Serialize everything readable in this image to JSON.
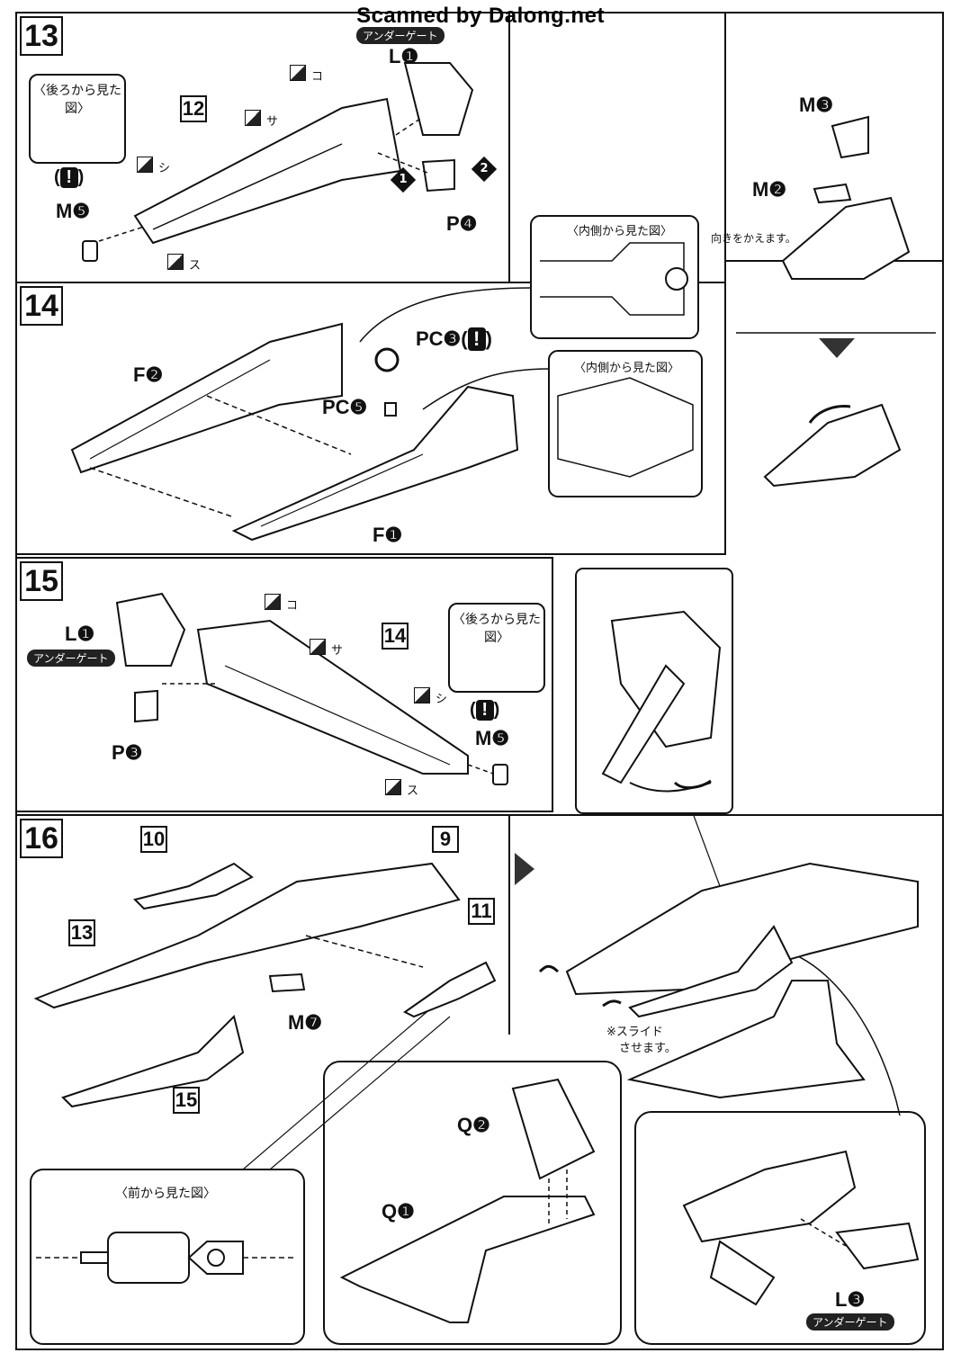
{
  "watermark": "Scanned by Dalong.net",
  "steps": {
    "s13": {
      "number": "13",
      "sub_ref": "12",
      "gate": "アンダーゲート",
      "view_label": "〈後ろから見た図〉",
      "L": "L❶",
      "M": "M❺",
      "P": "P❹",
      "decals": [
        "コ",
        "サ",
        "シ",
        "ス"
      ],
      "n1": "1",
      "n2": "2"
    },
    "s14": {
      "number": "14",
      "F2": "F❷",
      "F1": "F❶",
      "PCC": "PC❸(",
      "PCE": "PC❺",
      "view1": "〈内側から見た図〉",
      "view2": "〈内側から見た図〉"
    },
    "s15": {
      "number": "15",
      "sub_ref": "14",
      "gate": "アンダーゲート",
      "view_label": "〈後ろから見た図〉",
      "L": "L❶",
      "M": "M❺",
      "P": "P❸",
      "decals": [
        "コ",
        "サ",
        "シ",
        "ス"
      ]
    },
    "s16": {
      "number": "16",
      "refs": [
        "10",
        "9",
        "13",
        "11",
        "15"
      ],
      "M7": "M❼",
      "front_view": "〈前から見た図〉",
      "slide_note_1": "※スライド",
      "slide_note_2": "させます。",
      "Q2": "Q❷",
      "Q1": "Q❶",
      "L3": "L❸",
      "gate": "アンダーゲート"
    },
    "side": {
      "M3": "M❸",
      "M2": "M❷",
      "note": "向きをかえます。"
    }
  },
  "colors": {
    "line": "#111111",
    "accent": "#222222"
  }
}
